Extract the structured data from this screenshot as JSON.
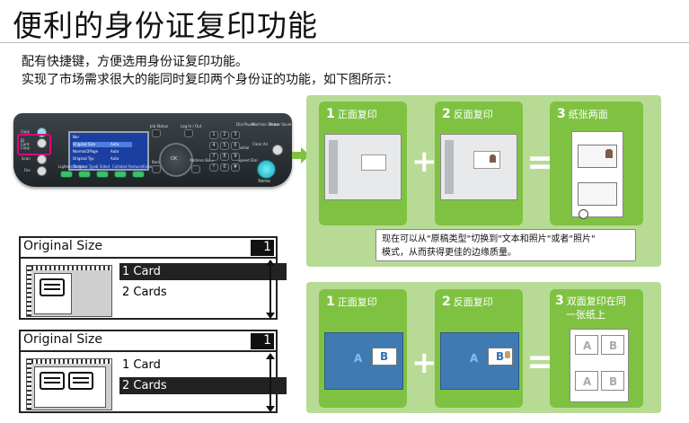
{
  "page": {
    "title": "便利的身份证复印功能",
    "desc_line1": "配有快捷键，方便选用身份证复印功能。",
    "desc_line2": "实现了市场需求很大的能同时复印两个身份证的功能，如下图所示："
  },
  "panel": {
    "left_buttons": [
      "Copy",
      "ID Card Copy",
      "Scan",
      "Fax"
    ],
    "lcd_rows": [
      "Nor",
      "Original Size",
      "Normal/2Page",
      "Original Typ"
    ],
    "lcd_values": [
      "Auto",
      "Auto",
      "Auto"
    ],
    "function_labels": [
      "Lighten/Darken",
      "Original Type",
      "2 Sided",
      "Collated",
      "Reduce/Enlarge"
    ],
    "top_labels": [
      "Job Status",
      "Log In / Out",
      "Dial Pause",
      "Machine Status",
      "Power Saver"
    ],
    "other_labels": [
      "Back",
      "OK",
      "Address Book",
      "Redial",
      "Clear All",
      "Speed Dial"
    ],
    "keypad": [
      "1",
      "2",
      "3",
      "4",
      "5",
      "6",
      "7",
      "8",
      "9",
      "*",
      "0",
      "#"
    ],
    "brand": "Xerox"
  },
  "colors": {
    "panel_bg": "#b7db94",
    "step_bg": "#7fc242",
    "arrow": "#7fc242",
    "highlight": "#e4007f"
  },
  "top_sequence": {
    "steps": [
      {
        "num": "1",
        "label": "正面复印"
      },
      {
        "num": "2",
        "label": "反面复印"
      },
      {
        "num": "3",
        "label": "纸张两面"
      }
    ],
    "plus": "+",
    "equals": "=",
    "callout_line1": "现在可以从\"原稿类型\"切换到\"文本和照片\"或者\"照片\"",
    "callout_line2": "模式，从而获得更佳的边缘质量。"
  },
  "bottom_sequence": {
    "steps": [
      {
        "num": "1",
        "label": "正面复印"
      },
      {
        "num": "2",
        "label": "反面复印"
      },
      {
        "num": "3",
        "label_line1": "双面复印在同",
        "label_line2": "一张纸上"
      }
    ],
    "plus": "+",
    "equals": "=",
    "card_letters": [
      "A",
      "B"
    ]
  },
  "dialog1": {
    "title": "Original Size",
    "page_num": "1",
    "options": [
      "1 Card",
      "2 Cards"
    ],
    "selected": 0
  },
  "dialog2": {
    "title": "Original Size",
    "page_num": "1",
    "options": [
      "1 Card",
      "2 Cards"
    ],
    "selected": 1
  }
}
